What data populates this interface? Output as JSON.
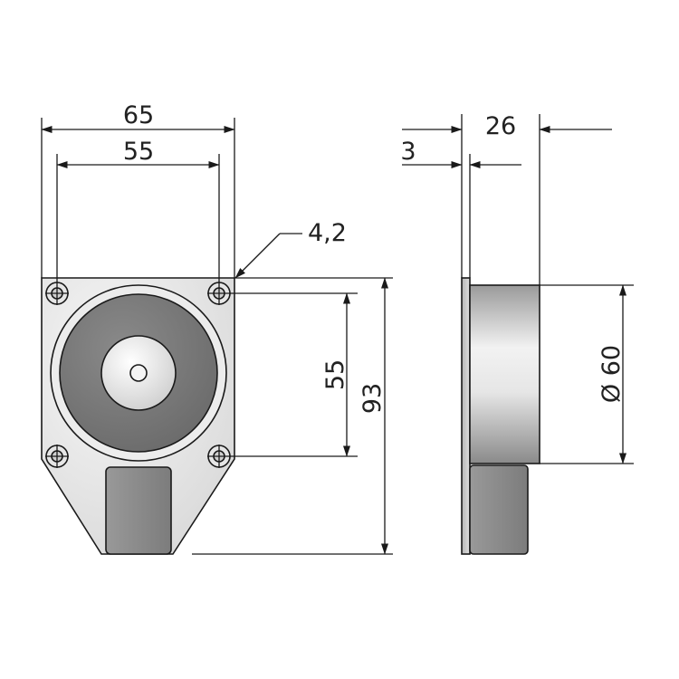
{
  "dimensions": {
    "overall_width": "65",
    "hole_spacing_horizontal": "55",
    "hole_diameter": "4,2",
    "hole_spacing_vertical": "55",
    "overall_height": "93",
    "plate_thickness": "3",
    "body_depth": "26",
    "magnet_diameter": "Ø 60"
  },
  "colors": {
    "line": "#1a1a1a",
    "plate_fill": "#e8e8e8",
    "magnet_face": "#7a7a7a",
    "center_disc": "#e2e2e2",
    "connector_box": "#8c8c8c"
  }
}
